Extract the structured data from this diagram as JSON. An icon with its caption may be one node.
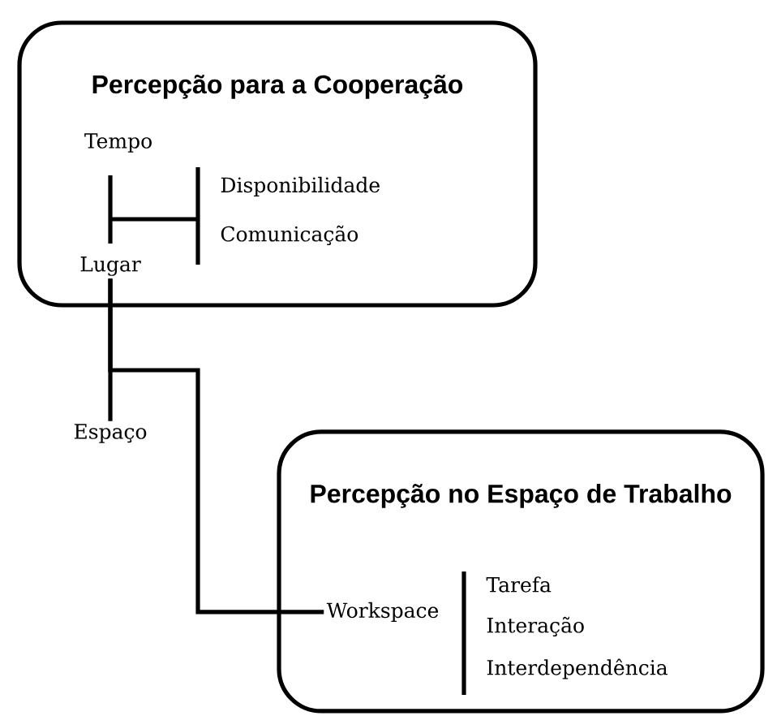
{
  "diagram": {
    "nodes": [
      {
        "text": [
          "Percepção para a Cooperação"
        ]
      },
      {
        "text": [
          "Percepção no Espaço de Trabalho"
        ]
      },
      {
        "text": [
          "Tempo"
        ],
        "in": 0
      },
      {
        "text": [
          "Lugar"
        ],
        "in": 0
      },
      {
        "text": [
          "Disponibilidade"
        ],
        "in": 0
      },
      {
        "text": [
          "Comunicação"
        ],
        "in": 0
      },
      {
        "text": [
          "Espaço"
        ]
      },
      {
        "text": [
          "Workspace"
        ],
        "in": 1
      },
      {
        "text": [
          "Tarefa"
        ],
        "in": 1
      },
      {
        "text": [
          "Interação"
        ],
        "in": 1
      },
      {
        "text": [
          "Interdependência"
        ],
        "in": 1
      }
    ],
    "edges": [
      {
        "from": 3,
        "to": 6,
        "arrow": "none"
      },
      {
        "from": 3,
        "to": 7,
        "arrow": "none"
      }
    ]
  }
}
